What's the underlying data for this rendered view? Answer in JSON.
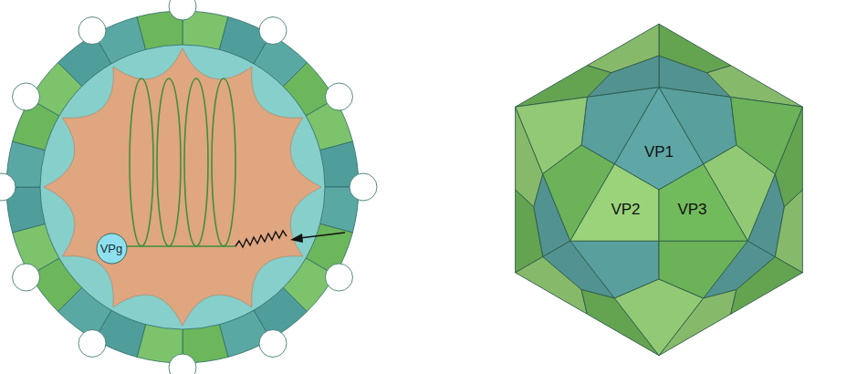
{
  "diagram": {
    "nodes": [
      {
        "text": [
          "VPg"
        ]
      }
    ],
    "labels": [
      "VP1",
      "VP2",
      "VP3"
    ]
  }
}
